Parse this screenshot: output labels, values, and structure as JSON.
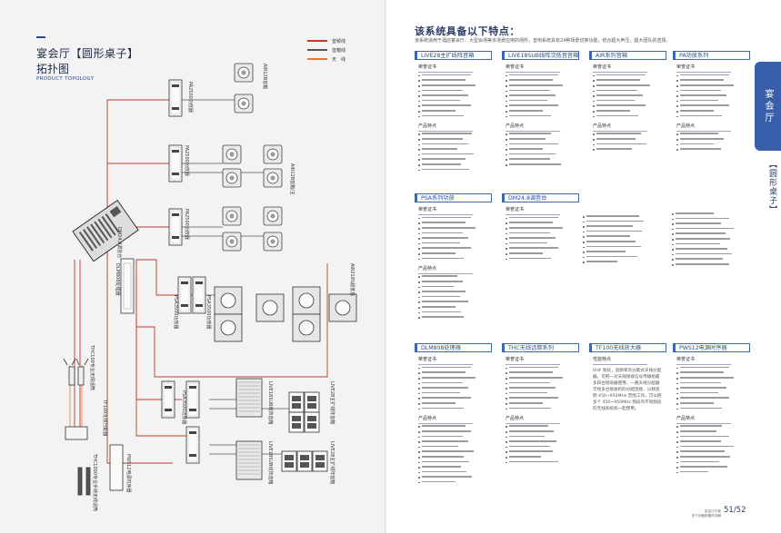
{
  "left": {
    "title_main": "宴会厅【圆形桌子】",
    "title_sub": "拓扑图",
    "title_en": "PRODUCT TOPOLOGY",
    "legend": [
      {
        "label": "音频线",
        "color": "#c0392b"
      },
      {
        "label": "音箱线",
        "color": "#555555"
      },
      {
        "label": "天　线",
        "color": "#e07b39"
      }
    ],
    "device_labels": [
      "PA2500功放器",
      "AIR12B音箱",
      "PA2500功放器",
      "AIR12B音箱/主",
      "PA2500功放器",
      "DM24.8调音台",
      "DLM808处理器",
      "PSA3500功放器",
      "AIR218S超低音",
      "PSA3500功放器",
      "LIVE18SUB线阵音箱",
      "LIVE28主扩线阵音箱",
      "PSA3500功放器",
      "LIVE18SUB线阵音箱",
      "LIVE28主扩线阵音箱",
      "TF100无线分配器",
      "THC100专业无线话筒",
      "THC1000专业手持无线话筒",
      "PWS12电源时序器"
    ]
  },
  "right": {
    "title": "该系统具备以下特点：",
    "intro": "该系统适用于酒店宴会厅、大型会场等多场景应用的场所，音响系统具有24种场景切换功能，结合超大声压，超大团队的选择。",
    "section_cert": "荣誉证书",
    "section_feat": "产品特点",
    "section_perf": "性能特点",
    "cards": [
      {
        "name": "LIVE28主扩线阵音箱"
      },
      {
        "name": "LIVE18SUB线阵次低音音箱"
      },
      {
        "name": "AIR系列音箱"
      },
      {
        "name": "PA功放系列"
      },
      {
        "name": "PSA系列功放"
      },
      {
        "name": "DM24.8调音台"
      },
      {
        "name": "DLM808处理器"
      },
      {
        "name": "THC无线话筒系列"
      },
      {
        "name": "TF100无线放大器"
      },
      {
        "name": "PWS12电源时序器"
      }
    ],
    "uhf_text": "UHF 频段，宽频率的分集式天线分配器，可把一对天线接收信号传输给最多四台接收器使用，一路天线分配器可接多台接收机的分配连接，以频宽频 450~950MHz 范围工作，可以把多个 450~950MHz 频段内不同频段的无线系统统一起使用。",
    "side_tab": "宴会厅",
    "side_tab2": "【圆形桌子】",
    "footer_line1": "宴会厅方案",
    "footer_line2": "关于设备配置的详解",
    "page_num": "51/52"
  }
}
